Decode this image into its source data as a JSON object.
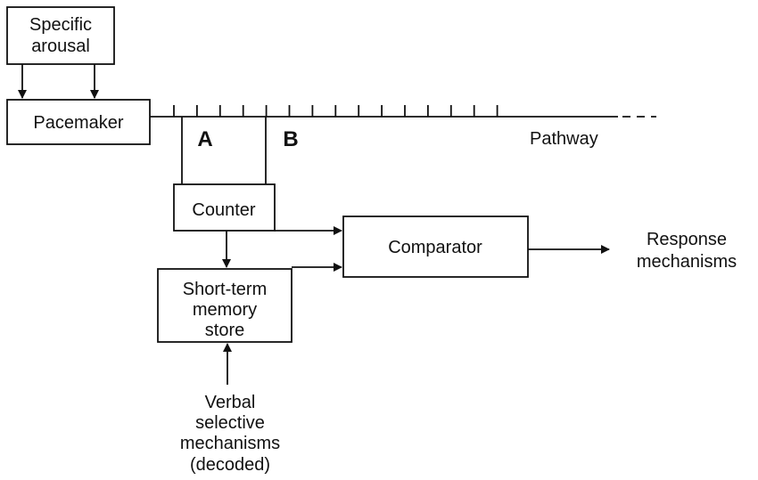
{
  "nodes": {
    "specific_arousal": {
      "lines": [
        "Specific",
        "arousal"
      ]
    },
    "pacemaker": {
      "lines": [
        "Pacemaker"
      ]
    },
    "counter": {
      "lines": [
        "Counter"
      ]
    },
    "comparator": {
      "lines": [
        "Comparator"
      ]
    },
    "short_term_memory": {
      "lines": [
        "Short-term",
        "memory",
        "store"
      ]
    }
  },
  "labels": {
    "point_a": "A",
    "point_b": "B",
    "pathway": "Pathway",
    "response": [
      "Response",
      "mechanisms"
    ],
    "verbal": [
      "Verbal",
      "selective",
      "mechanisms",
      "(decoded)"
    ]
  },
  "pathway": {
    "tick_count": 15,
    "tail_style": "dashed"
  }
}
